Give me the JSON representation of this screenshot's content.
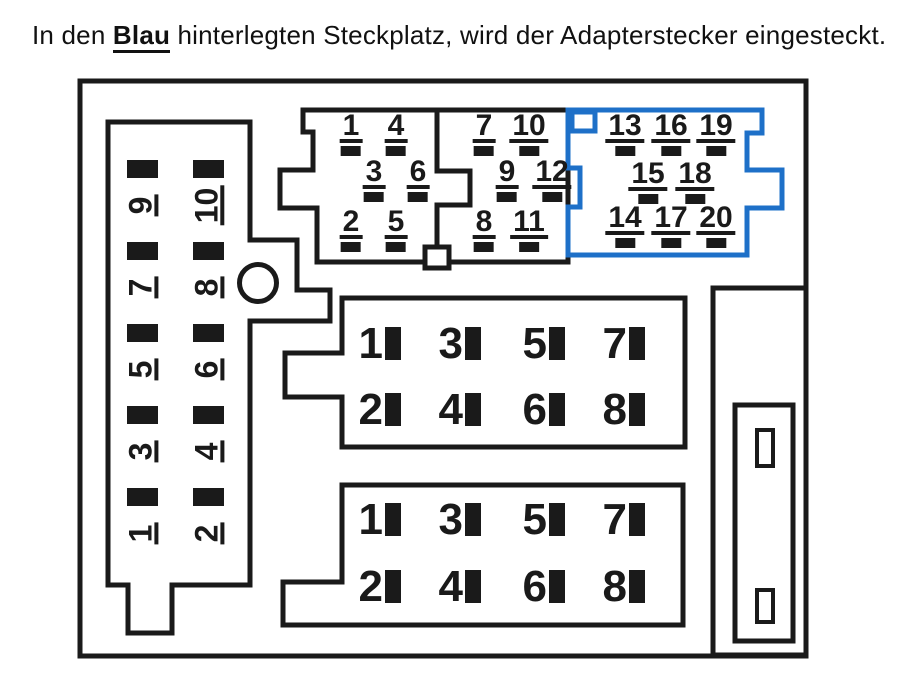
{
  "title": {
    "prefix": "In den ",
    "highlight": "Blau",
    "suffix": " hinterlegten Steckplatz, wird der Adapterstecker eingesteckt."
  },
  "colors": {
    "line": "#1a1a1a",
    "adapter_highlight": "#1e70c8"
  },
  "connectors": {
    "left_10pin": {
      "description": "vertical 10-pin connector, rotated labels",
      "columns": [
        [
          "9",
          "7",
          "5",
          "3",
          "1"
        ],
        [
          "10",
          "8",
          "6",
          "4",
          "2"
        ]
      ]
    },
    "top_12pin": {
      "description": "upper black 12-pin connector",
      "rows": [
        [
          "1",
          "4",
          "7",
          "10"
        ],
        [
          "3",
          "6",
          "9",
          "12"
        ],
        [
          "2",
          "5",
          "8",
          "11"
        ]
      ]
    },
    "adapter_20pin": {
      "description": "blue highlighted adapter slot, pins 13-20",
      "rows": [
        [
          "13",
          "16",
          "19"
        ],
        [
          "15",
          "18"
        ],
        [
          "14",
          "17",
          "20"
        ]
      ]
    },
    "middle_8pin": {
      "description": "middle 8-pin block",
      "rows": [
        [
          "1",
          "3",
          "5",
          "7"
        ],
        [
          "2",
          "4",
          "6",
          "8"
        ]
      ]
    },
    "bottom_8pin": {
      "description": "bottom 8-pin block",
      "rows": [
        [
          "1",
          "3",
          "5",
          "7"
        ],
        [
          "2",
          "4",
          "6",
          "8"
        ]
      ]
    }
  }
}
